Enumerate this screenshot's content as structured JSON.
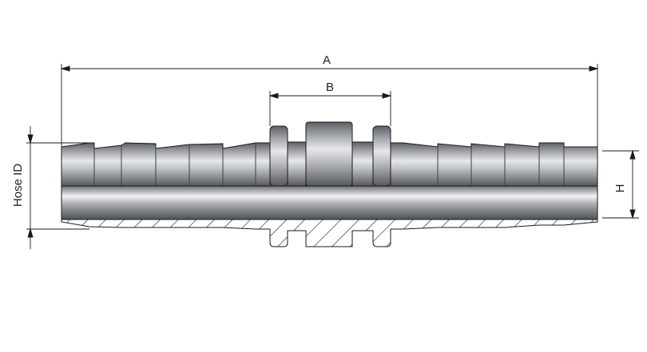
{
  "dimensions": {
    "a_label": "A",
    "b_label": "B",
    "h_label": "H",
    "hose_id_label": "Hose ID"
  },
  "colors": {
    "line": "#1a1a1a",
    "steel_dark": "#4a4d52",
    "steel_mid": "#8d9096",
    "steel_light": "#e4e6e9"
  }
}
